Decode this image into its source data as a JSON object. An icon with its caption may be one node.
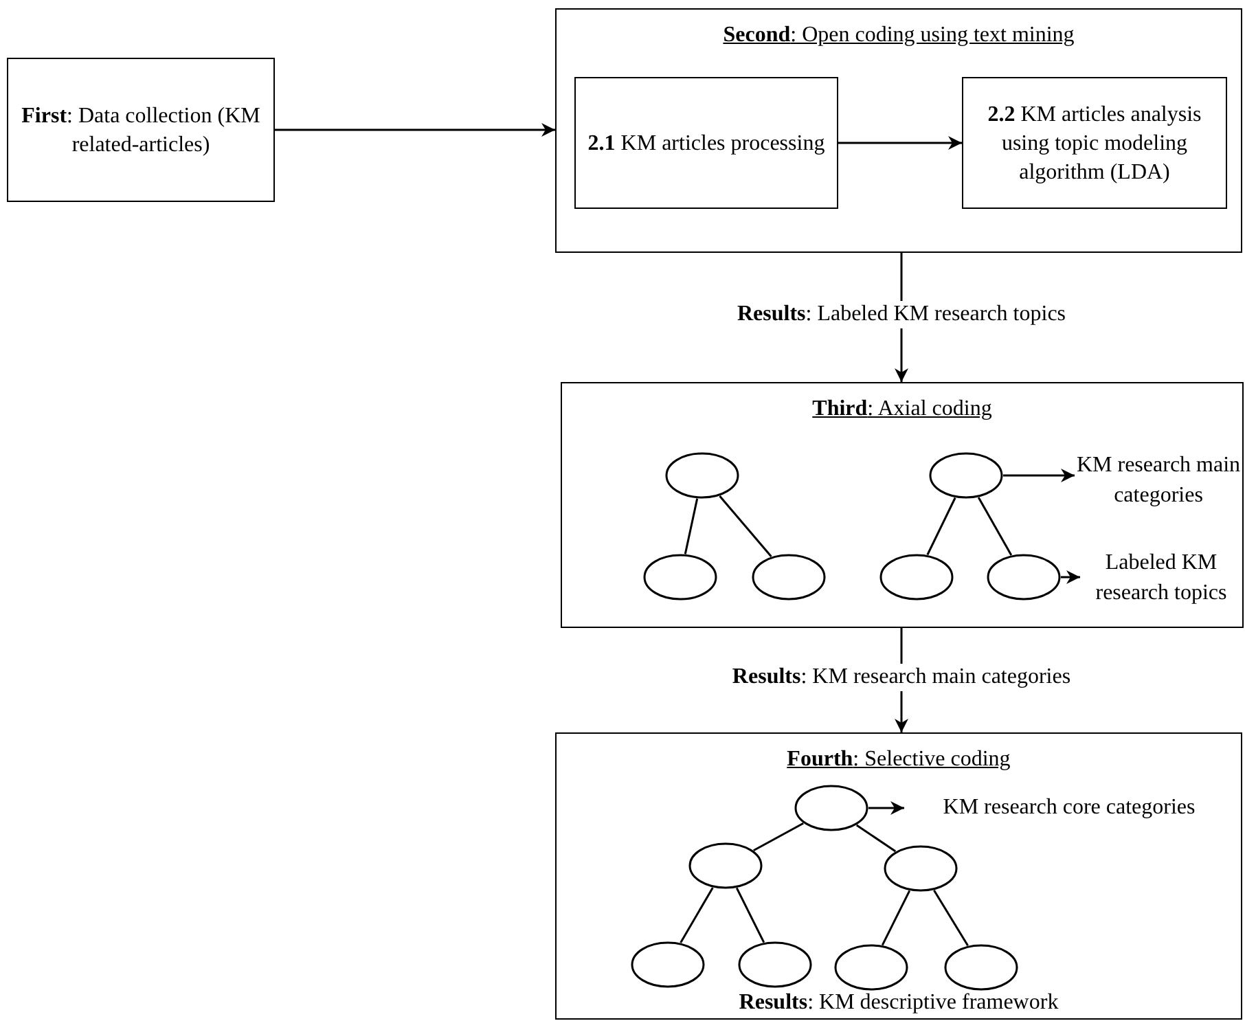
{
  "diagram": {
    "nodes": [
      {
        "text": [
          "**First**: Data collection (KM related-articles)"
        ]
      },
      {
        "text": [
          "**Second**: Open coding using text mining"
        ]
      },
      {
        "text": [
          "**2.1** KM articles processing"
        ],
        "in": 1
      },
      {
        "text": [
          "**2.2** KM articles analysis using topic modeling algorithm (LDA)"
        ],
        "in": 1
      },
      {
        "text": [
          "**Third**: Axial coding"
        ]
      },
      {
        "text": [],
        "shape": "ellipse",
        "in": 4
      },
      {
        "text": [],
        "shape": "ellipse",
        "in": 4
      },
      {
        "text": [],
        "shape": "ellipse",
        "in": 4
      },
      {
        "text": [],
        "shape": "ellipse",
        "in": 4
      },
      {
        "text": [],
        "shape": "ellipse",
        "in": 4
      },
      {
        "text": [],
        "shape": "ellipse",
        "in": 4
      },
      {
        "text": [
          "KM research main categories"
        ],
        "in": 4
      },
      {
        "text": [
          "Labeled KM research topics"
        ],
        "in": 4
      },
      {
        "text": [
          "**Fourth**: Selective coding",
          "**Results**: KM descriptive framework"
        ]
      },
      {
        "text": [],
        "shape": "ellipse",
        "in": 13
      },
      {
        "text": [],
        "shape": "ellipse",
        "in": 13
      },
      {
        "text": [],
        "shape": "ellipse",
        "in": 13
      },
      {
        "text": [],
        "shape": "ellipse",
        "in": 13
      },
      {
        "text": [],
        "shape": "ellipse",
        "in": 13
      },
      {
        "text": [],
        "shape": "ellipse",
        "in": 13
      },
      {
        "text": [],
        "shape": "ellipse",
        "in": 13
      },
      {
        "text": [
          "KM research core categories"
        ],
        "in": 13
      }
    ],
    "edges": [
      {
        "from": 0,
        "to": 1,
        "arrow": "to"
      },
      {
        "from": 2,
        "to": 3,
        "arrow": "to"
      },
      {
        "from": 1,
        "to": 4,
        "arrow": "to",
        "label": "**Results**: Labeled KM research topics"
      },
      {
        "from": 4,
        "to": 13,
        "arrow": "to",
        "label": "**Results**: KM research main categories"
      },
      {
        "from": 5,
        "to": 6,
        "arrow": "none"
      },
      {
        "from": 5,
        "to": 7,
        "arrow": "none"
      },
      {
        "from": 8,
        "to": 9,
        "arrow": "none"
      },
      {
        "from": 8,
        "to": 10,
        "arrow": "none"
      },
      {
        "from": 8,
        "to": 11,
        "arrow": "to"
      },
      {
        "from": 10,
        "to": 12,
        "arrow": "to"
      },
      {
        "from": 14,
        "to": 15,
        "arrow": "none"
      },
      {
        "from": 14,
        "to": 16,
        "arrow": "none"
      },
      {
        "from": 15,
        "to": 17,
        "arrow": "none"
      },
      {
        "from": 15,
        "to": 18,
        "arrow": "none"
      },
      {
        "from": 16,
        "to": 19,
        "arrow": "none"
      },
      {
        "from": 16,
        "to": 20,
        "arrow": "none"
      },
      {
        "from": 14,
        "to": 21,
        "arrow": "to"
      }
    ]
  }
}
